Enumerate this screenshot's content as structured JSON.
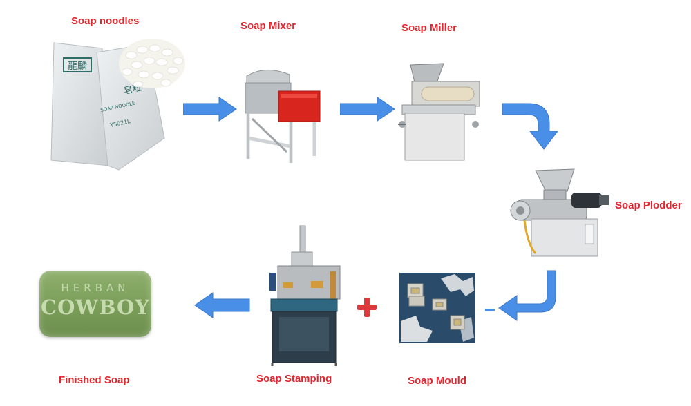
{
  "steps": {
    "noodles": {
      "label": "Soap noodles",
      "bag_text_1": "龍麟",
      "bag_text_2": "皂粒",
      "bag_text_3": "SOAP NOODLE",
      "bag_text_4": "YS021L"
    },
    "mixer": {
      "label": "Soap Mixer"
    },
    "miller": {
      "label": "Soap Miller"
    },
    "plodder": {
      "label": "Soap Plodder"
    },
    "mould": {
      "label": "Soap Mould"
    },
    "stamping": {
      "label": "Soap Stamping"
    },
    "finished": {
      "label": "Finished Soap",
      "brand_top": "HERBAN",
      "brand_main": "COWBOY"
    }
  },
  "colors": {
    "label": "#e0262e",
    "arrow": "#4a8fe7",
    "plus": "#e0373b",
    "soap": "#7a9d59"
  },
  "icons": [
    "arrow-right-icon",
    "arrow-curve-down-icon",
    "arrow-curve-left-icon",
    "arrow-left-icon",
    "plus-icon"
  ]
}
